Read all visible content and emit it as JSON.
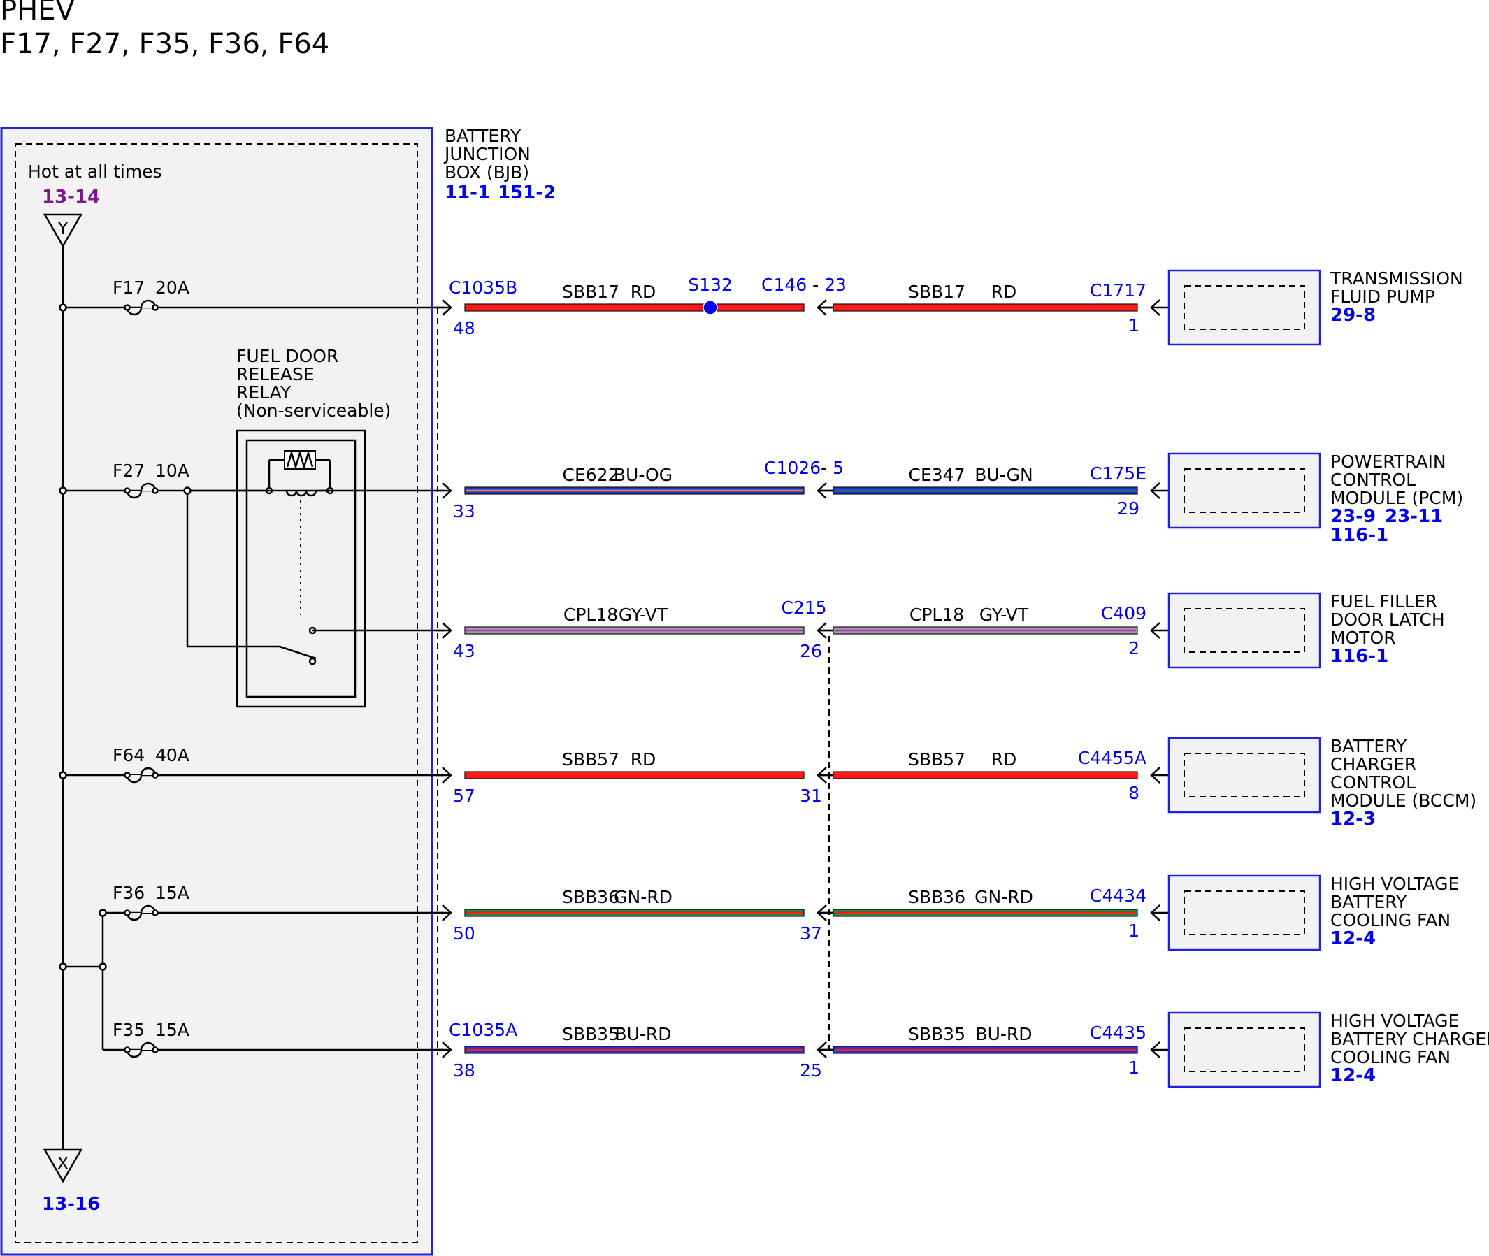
{
  "header": {
    "line1": "PHEV",
    "line2": "F17, F27, F35, F36, F64"
  },
  "bjb": {
    "name_lines": [
      "BATTERY",
      "JUNCTION",
      "BOX (BJB)"
    ],
    "refs": [
      "11-1",
      "151-2"
    ],
    "hot_label": "Hot at all times",
    "hot_ref": "13-14",
    "top_symbol": "Y",
    "bottom_symbol": "X",
    "bottom_ref": "13-16"
  },
  "relay": {
    "name_lines": [
      "FUEL DOOR",
      "RELEASE",
      "RELAY",
      "(Non-serviceable)"
    ]
  },
  "colors": {
    "box_border": "#2020e0",
    "box_fill": "#f2f2f2",
    "ref_blue": "#0000ee",
    "ref_purple": "#7a1a8a",
    "splice": "#0000ff"
  },
  "circuits": [
    {
      "fuse": "F17",
      "rating": "20A",
      "bjb_connector": "C1035B",
      "bjb_pin": "48",
      "splice": "S132",
      "inline_connector": "C146",
      "inline_sep": " - ",
      "inline_pin": "23",
      "left_wire": {
        "circuit": "SBB17",
        "color": "RD",
        "base": "#ff1a1a",
        "tracer": ""
      },
      "right_wire": {
        "circuit": "SBB17",
        "color": "RD",
        "base": "#ff1a1a",
        "tracer": ""
      },
      "device_connector": "C1717",
      "device_pin": "1",
      "device_lines": [
        "TRANSMISSION",
        "FLUID PUMP"
      ],
      "device_refs": [
        [
          "29-8"
        ]
      ]
    },
    {
      "fuse": "F27",
      "rating": "10A",
      "bjb_connector": "",
      "bjb_pin": "33",
      "inline_connector": "C1026",
      "inline_sep": "- ",
      "inline_pin": "5",
      "left_wire": {
        "circuit": "CE622",
        "color": "BU-OG",
        "base": "#2233dd",
        "tracer": "#ff8c1a"
      },
      "right_wire": {
        "circuit": "CE347",
        "color": "BU-GN",
        "base": "#2233dd",
        "tracer": "#1a8a3a"
      },
      "device_connector": "C175E",
      "device_pin": "29",
      "device_lines": [
        "POWERTRAIN",
        "CONTROL",
        "MODULE (PCM)"
      ],
      "device_refs": [
        [
          "23-9",
          "23-11"
        ],
        [
          "116-1"
        ]
      ]
    },
    {
      "fuse": "",
      "rating": "",
      "bjb_connector": "",
      "bjb_pin": "43",
      "inline_connector": "C215",
      "inline_sep": "",
      "inline_pin": "26",
      "left_wire": {
        "circuit": "CPL18",
        "color": "GY-VT",
        "base": "#a0a0a0",
        "tracer": "#b02ec8"
      },
      "right_wire": {
        "circuit": "CPL18",
        "color": "GY-VT",
        "base": "#a0a0a0",
        "tracer": "#b02ec8"
      },
      "device_connector": "C409",
      "device_pin": "2",
      "device_lines": [
        "FUEL FILLER",
        "DOOR LATCH",
        "MOTOR"
      ],
      "device_refs": [
        [
          "116-1"
        ]
      ]
    },
    {
      "fuse": "F64",
      "rating": "40A",
      "bjb_connector": "",
      "bjb_pin": "57",
      "inline_connector": "",
      "inline_sep": "",
      "inline_pin": "31",
      "left_wire": {
        "circuit": "SBB57",
        "color": "RD",
        "base": "#ff1a1a",
        "tracer": ""
      },
      "right_wire": {
        "circuit": "SBB57",
        "color": "RD",
        "base": "#ff1a1a",
        "tracer": ""
      },
      "device_connector": "C4455A",
      "device_pin": "8",
      "device_lines": [
        "BATTERY",
        "CHARGER",
        "CONTROL",
        "MODULE (BCCM)"
      ],
      "device_refs": [
        [
          "12-3"
        ]
      ]
    },
    {
      "fuse": "F36",
      "rating": "15A",
      "bjb_connector": "",
      "bjb_pin": "50",
      "inline_connector": "",
      "inline_sep": "",
      "inline_pin": "37",
      "left_wire": {
        "circuit": "SBB36",
        "color": "GN-RD",
        "base": "#1a8a3a",
        "tracer": "#ff1a1a"
      },
      "right_wire": {
        "circuit": "SBB36",
        "color": "GN-RD",
        "base": "#1a8a3a",
        "tracer": "#ff1a1a"
      },
      "device_connector": "C4434",
      "device_pin": "1",
      "device_lines": [
        "HIGH VOLTAGE",
        "BATTERY",
        "COOLING FAN"
      ],
      "device_refs": [
        [
          "12-4"
        ]
      ]
    },
    {
      "fuse": "F35",
      "rating": "15A",
      "bjb_connector": "C1035A",
      "bjb_pin": "38",
      "inline_connector": "",
      "inline_sep": "",
      "inline_pin": "25",
      "left_wire": {
        "circuit": "SBB35",
        "color": "BU-RD",
        "base": "#2233dd",
        "tracer": "#ff1a1a"
      },
      "right_wire": {
        "circuit": "SBB35",
        "color": "BU-RD",
        "base": "#2233dd",
        "tracer": "#ff1a1a"
      },
      "device_connector": "C4435",
      "device_pin": "1",
      "device_lines": [
        "HIGH VOLTAGE",
        "BATTERY CHARGER",
        "COOLING FAN"
      ],
      "device_refs": [
        [
          "12-4"
        ]
      ]
    }
  ]
}
